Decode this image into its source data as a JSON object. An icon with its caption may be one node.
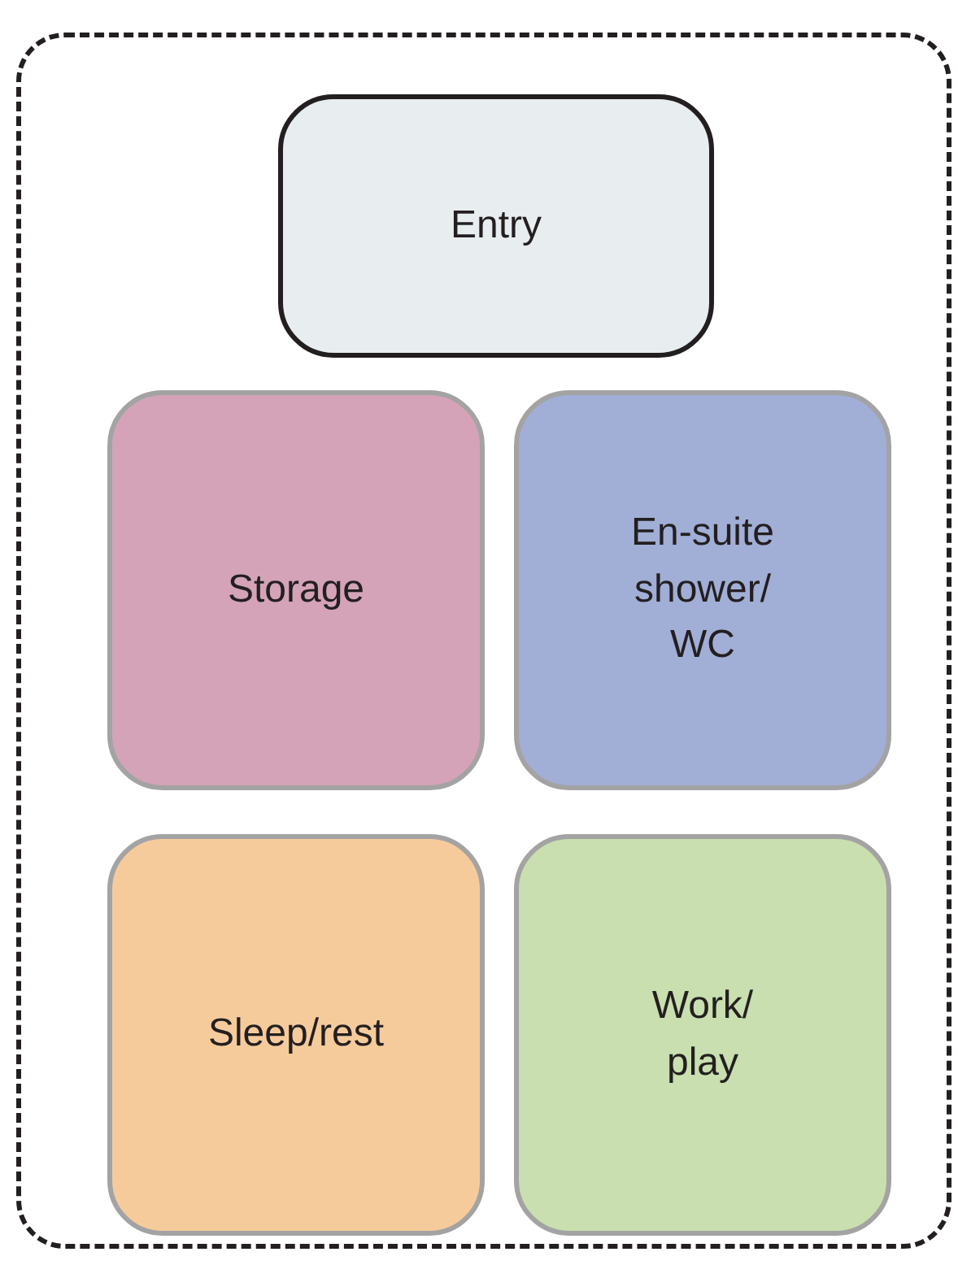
{
  "diagram": {
    "nodes": [
      {
        "text": [],
        "shape": "box"
      },
      {
        "text": [
          "Entry"
        ],
        "in": 0
      },
      {
        "text": [
          "Storage"
        ],
        "in": 0
      },
      {
        "text": [
          "En-suite shower/ WC"
        ],
        "in": 0
      },
      {
        "text": [
          "Sleep/rest"
        ],
        "in": 0
      },
      {
        "text": [
          "Work/ play"
        ],
        "in": 0
      }
    ]
  }
}
